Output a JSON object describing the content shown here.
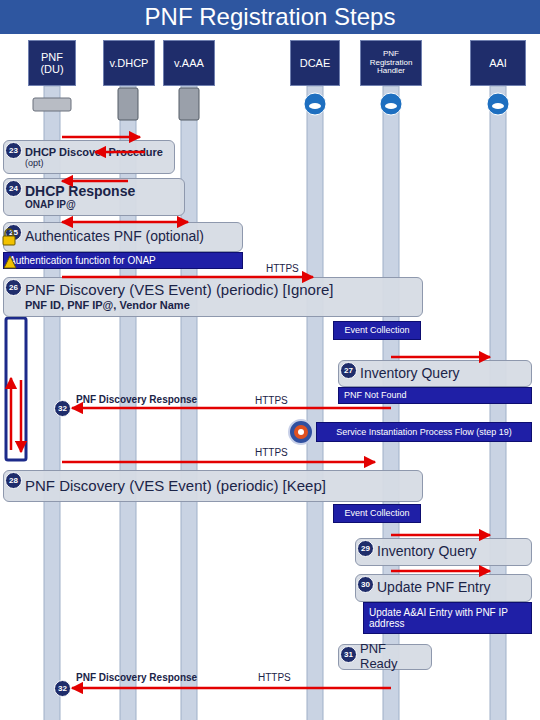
{
  "diagram": {
    "title": "PNF Registration Steps",
    "nodes": [
      {
        "text": [
          "PNF (DU)"
        ]
      },
      {
        "text": [
          "v.DHCP"
        ]
      },
      {
        "text": [
          "v.AAA"
        ]
      },
      {
        "text": [
          "DCAE"
        ]
      },
      {
        "text": [
          "PNF Registration Handler"
        ]
      },
      {
        "text": [
          "AAI"
        ]
      },
      {
        "text": [
          "23",
          "DHCP Discover Procedure",
          "(opt)"
        ]
      },
      {
        "text": [
          "24",
          "DHCP Response",
          "ONAP IP@"
        ]
      },
      {
        "text": [
          "25",
          "Authenticates PNF (optional)"
        ]
      },
      {
        "text": [
          "Authentication function for ONAP"
        ]
      },
      {
        "text": [
          "26",
          "PNF Discovery (VES Event) (periodic) [Ignore]",
          "PNF ID, PNF IP@, Vendor Name"
        ]
      },
      {
        "text": [
          "Event Collection"
        ]
      },
      {
        "text": [
          "27",
          "Inventory Query"
        ]
      },
      {
        "text": [
          "PNF Not Found"
        ]
      },
      {
        "text": [
          "Service Instantiation Process Flow (step 19)"
        ]
      },
      {
        "text": [
          "28",
          "PNF Discovery (VES Event) (periodic) [Keep]"
        ]
      },
      {
        "text": [
          "Event Collection"
        ]
      },
      {
        "text": [
          "29",
          "Inventory Query"
        ]
      },
      {
        "text": [
          "30",
          "Update PNF Entry"
        ]
      },
      {
        "text": [
          "Update A&AI Entry with PNF IP address"
        ]
      },
      {
        "text": [
          "31",
          "PNF Ready"
        ]
      }
    ],
    "labels": [
      "HTTPS",
      "32",
      "PNF Discovery Response",
      "HTTPS",
      "HTTPS",
      "32",
      "PNF Discovery Response",
      "HTTPS"
    ]
  }
}
